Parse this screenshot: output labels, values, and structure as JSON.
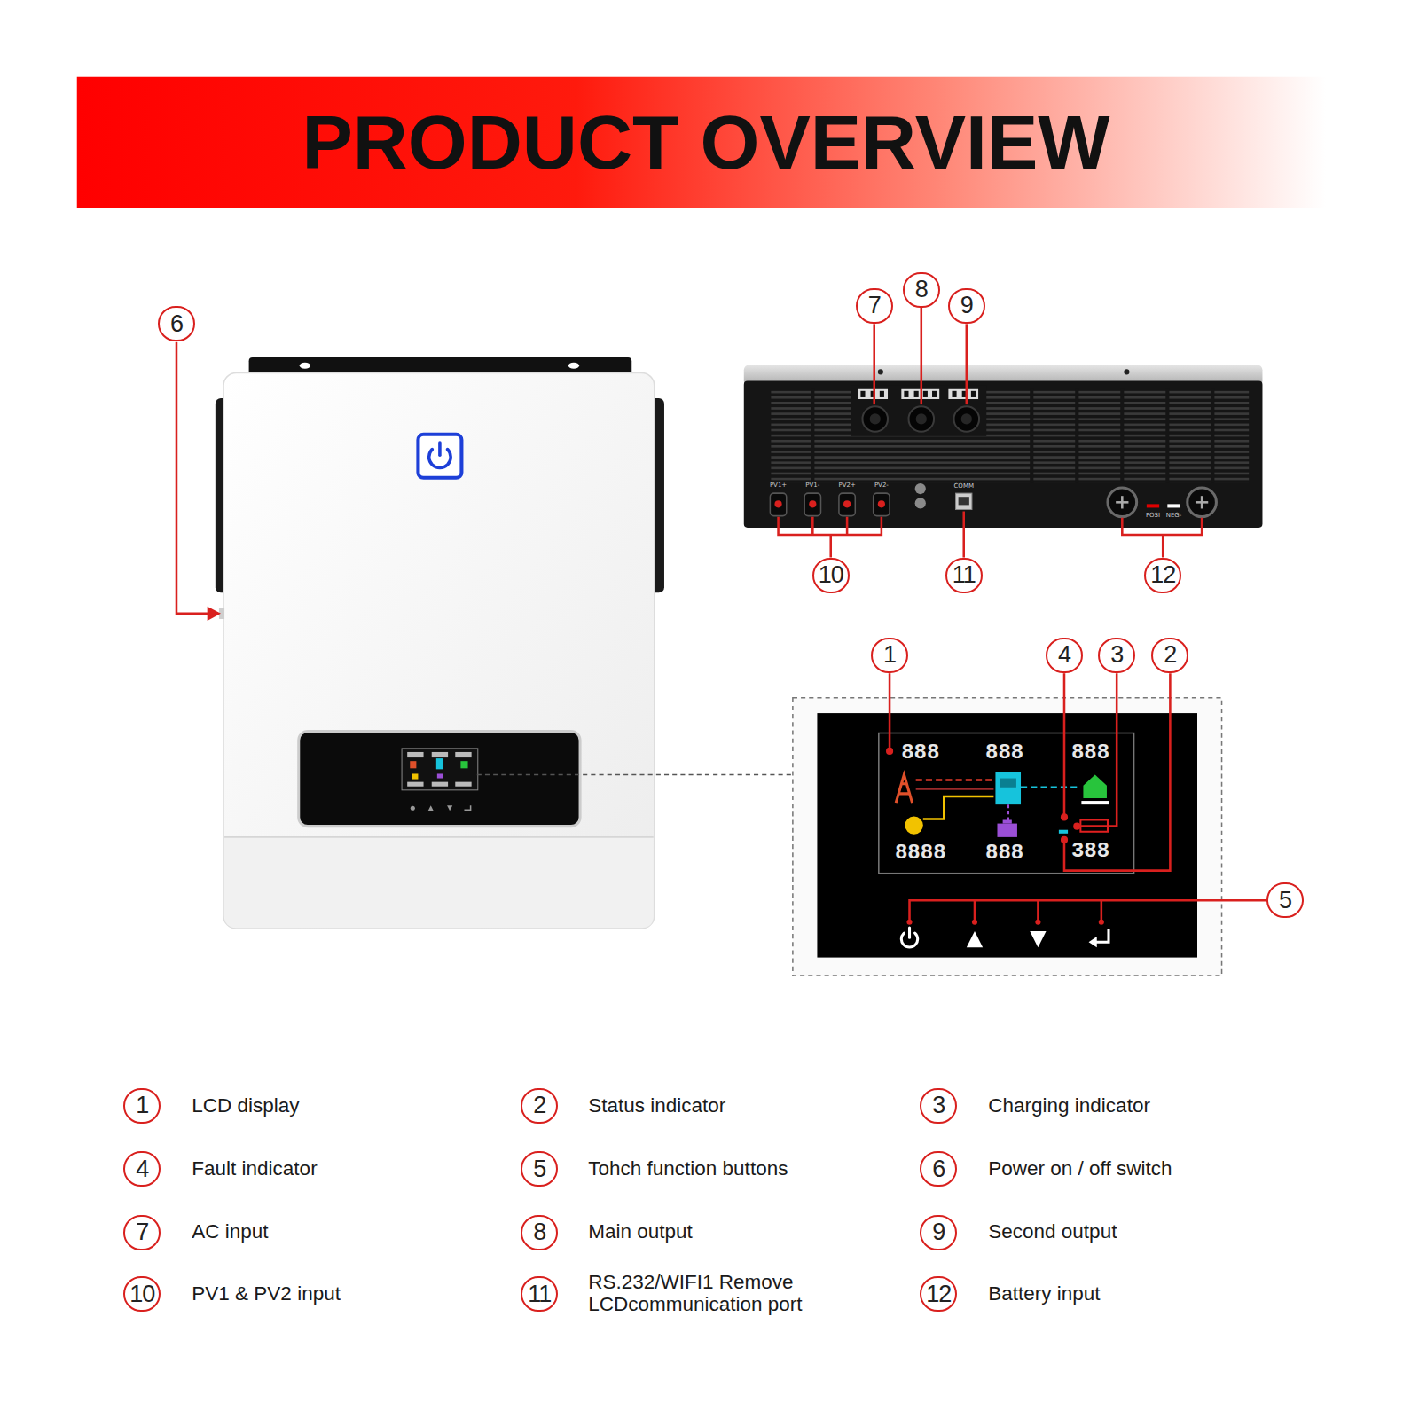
{
  "diagram": {
    "title": "PRODUCT OVERVIEW",
    "labels": [
      "6",
      "7",
      "8",
      "9",
      "10",
      "11",
      "12",
      "1",
      "4",
      "3",
      "2",
      "5",
      "PV1+",
      "PV1-",
      "PV2+",
      "PV2-",
      "COMM",
      "POSI",
      "NEG-",
      "888",
      "888",
      "888",
      "8888",
      "888",
      "388",
      "1",
      "2",
      "3",
      "4",
      "5",
      "6",
      "7",
      "8",
      "9",
      "10",
      "11",
      "12"
    ],
    "legend": [
      {
        "text": "LCD display"
      },
      {
        "text": "Status indicator"
      },
      {
        "text": "Charging indicator"
      },
      {
        "text": "Fault indicator"
      },
      {
        "text": "Tohch function buttons"
      },
      {
        "text": "Power on / off switch"
      },
      {
        "text": "AC input"
      },
      {
        "text": "Main output"
      },
      {
        "text": "Second output"
      },
      {
        "text": "PV1 & PV2 input"
      },
      {
        "text": "RS.232/WIFI1 Remove LCDcommunication port"
      },
      {
        "text": "Battery input"
      }
    ]
  }
}
